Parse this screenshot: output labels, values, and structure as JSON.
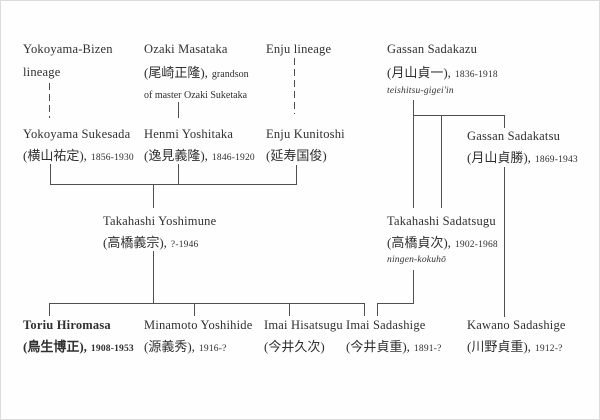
{
  "colors": {
    "background": "#fefefe",
    "text": "#2f2f2f",
    "line": "#4f4f4f"
  },
  "diagram": {
    "description": "Japanese swordsmith lineage chart",
    "labels": {
      "yokoyama_line1": "Yokoyama-Bizen",
      "yokoyama_line2": "lineage",
      "enju_lineage": "Enju lineage"
    },
    "nodes": {
      "ozaki_masataka": {
        "name": "Ozaki Masataka",
        "kanji": "(尾崎正隆),",
        "note1": "grandson",
        "note2": "of master Ozaki Suketaka"
      },
      "gassan_sadakazu": {
        "name": "Gassan Sadakazu",
        "kanji": "(月山貞一),",
        "dates": "1836-1918",
        "title": "teishitsu-gigei'in"
      },
      "yokoyama_sukesada": {
        "name": "Yokoyama Sukesada",
        "kanji": "(横山祐定),",
        "dates": "1856-1930"
      },
      "henmi_yoshitaka": {
        "name": "Henmi Yoshitaka",
        "kanji": "(逸見義隆),",
        "dates": "1846-1920"
      },
      "enju_kunitoshi": {
        "name": "Enju Kunitoshi",
        "kanji": "(延寿国俊)"
      },
      "gassan_sadakatsu": {
        "name": "Gassan Sadakatsu",
        "kanji": "(月山貞勝),",
        "dates": "1869-1943"
      },
      "takahashi_yoshimune": {
        "name": "Takahashi Yoshimune",
        "kanji": "(高橋義宗),",
        "dates": "?-1946"
      },
      "takahashi_sadatsugu": {
        "name": "Takahashi Sadatsugu",
        "kanji": "(高橋貞次),",
        "dates": "1902-1968",
        "title": "ningen-kokuhō"
      },
      "toriu_hiromasa": {
        "name": "Toriu Hiromasa",
        "kanji": "(鳥生博正),",
        "dates": "1908-1953"
      },
      "minamoto_yoshihide": {
        "name": "Minamoto Yoshihide",
        "kanji": "(源義秀),",
        "dates": "1916-?"
      },
      "imai_hisatsugu": {
        "name": "Imai Hisatsugu",
        "kanji": "(今井久次)"
      },
      "imai_sadashige": {
        "name": "Imai Sadashige",
        "kanji": "(今井貞重),",
        "dates": "1891-?"
      },
      "kawano_sadashige": {
        "name": "Kawano Sadashige",
        "kanji": "(川野貞重),",
        "dates": "1912-?"
      }
    }
  }
}
